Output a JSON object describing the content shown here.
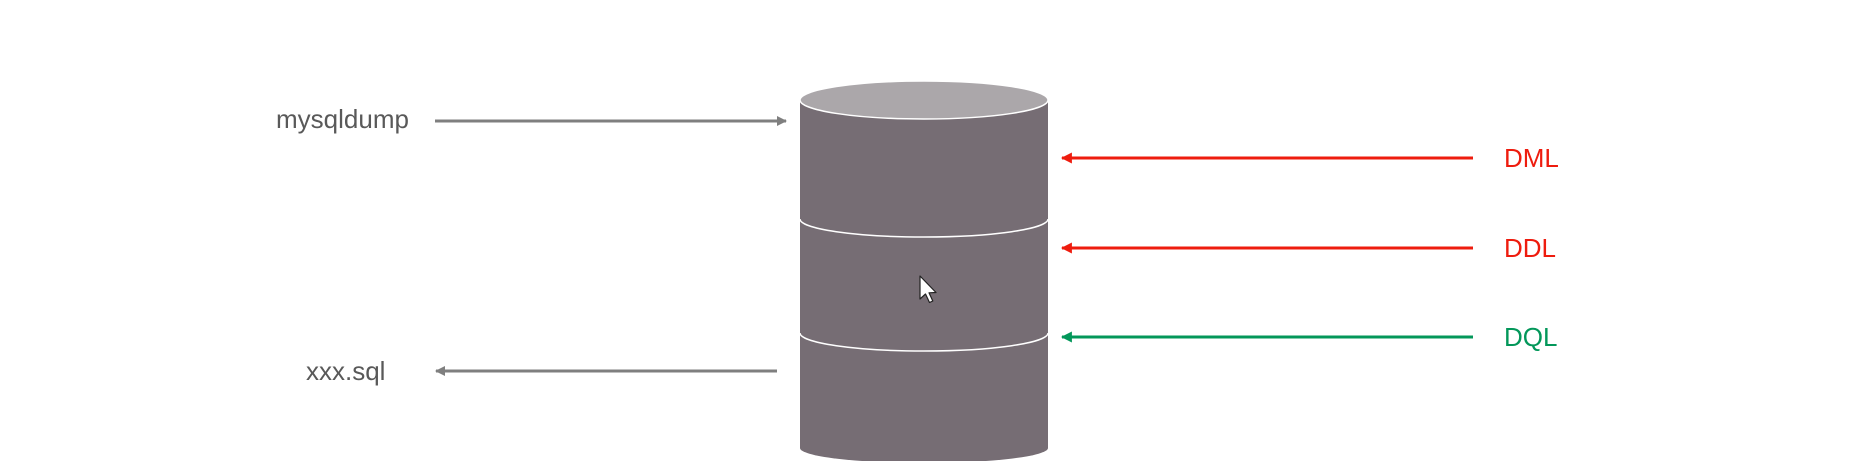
{
  "diagram": {
    "labels": {
      "mysqldump": "mysqldump",
      "xxx_sql": "xxx.sql",
      "dml": "DML",
      "ddl": "DDL",
      "dql": "DQL"
    },
    "colors": {
      "background": "#ffffff",
      "cylinder_body": "#766d74",
      "cylinder_top": "#aba7aa",
      "cylinder_seam": "#ffffff",
      "gray_arrow": "#7f7f7f",
      "gray_text": "#595959",
      "red": "#ee1c0e",
      "green": "#03975a"
    },
    "icons": {
      "database": "database-cylinder-icon",
      "cursor": "mouse-pointer-icon"
    }
  }
}
